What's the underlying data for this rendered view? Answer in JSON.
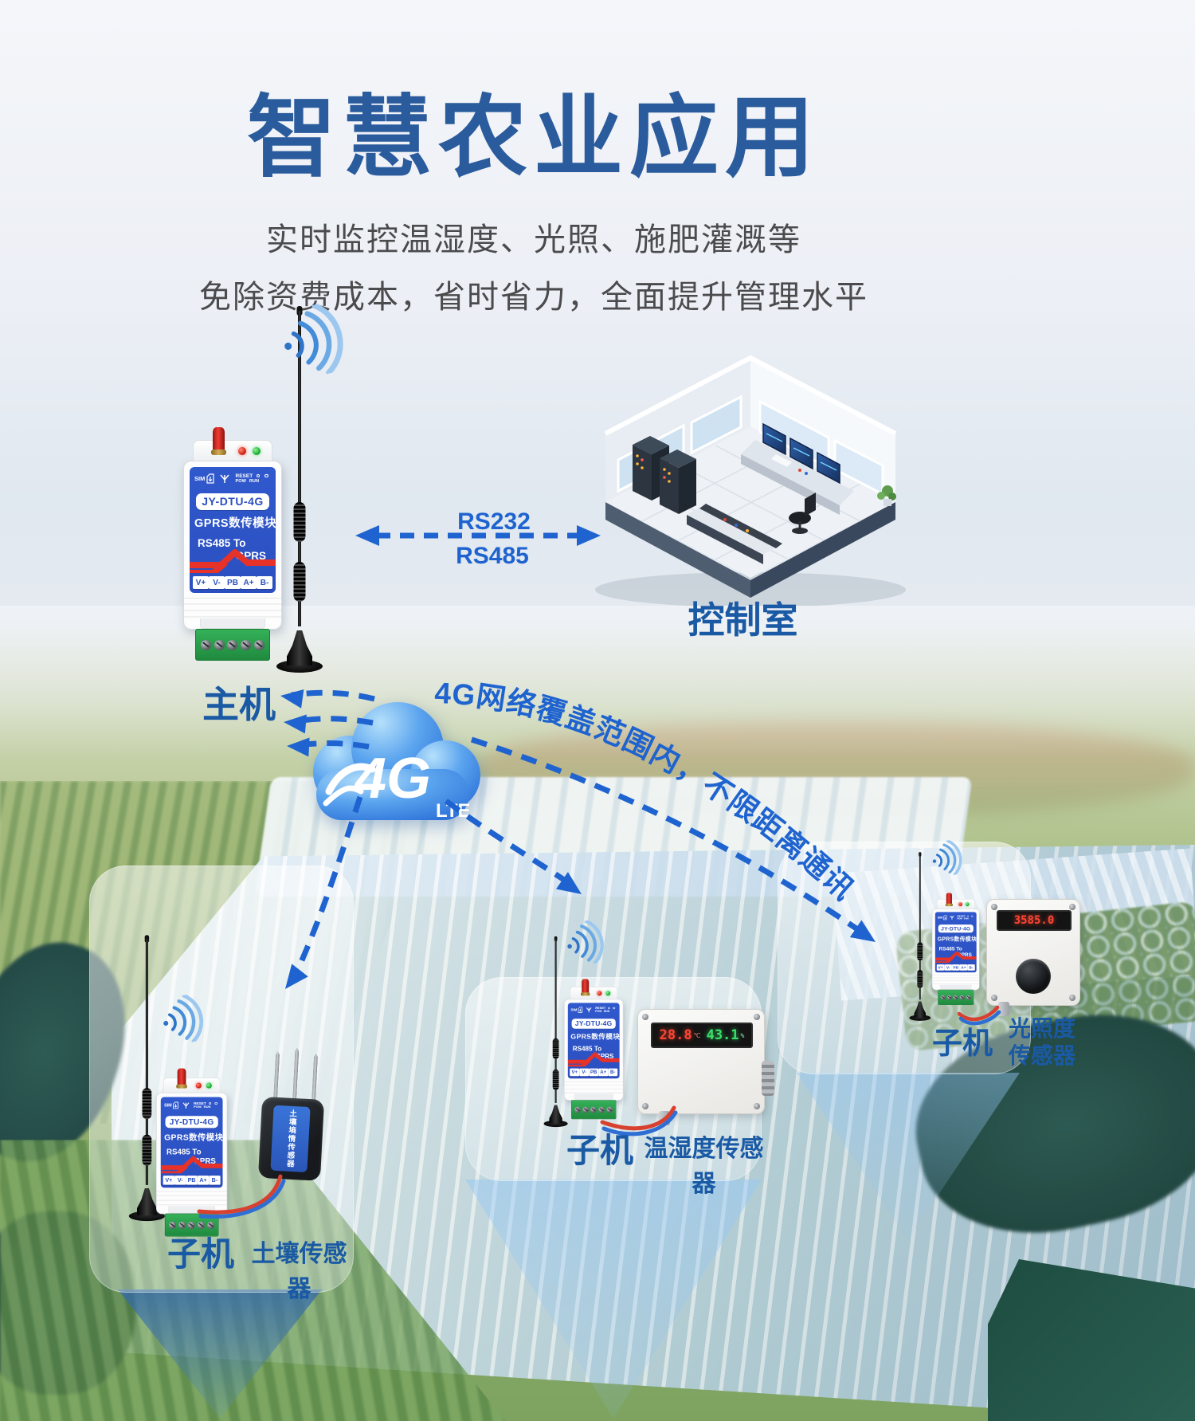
{
  "colors": {
    "title_blue": "#2a5b9c",
    "label_blue": "#1a5aa5",
    "arrow_blue": "#1e63cf",
    "device_face_blue": "#2d53c5",
    "stripe_red": "#e63228",
    "terminal_green": "#2da04a",
    "cloud_blue": "#2d7ae3"
  },
  "header": {
    "title": "智慧农业应用",
    "subtitle_line1": "实时监控温湿度、光照、施肥灌溉等",
    "subtitle_line2": "免除资费成本，省时省力，全面提升管理水平"
  },
  "link_labels": {
    "rs232": "RS232",
    "rs485": "RS485"
  },
  "coverage_note": "4G网络覆盖范围内，不限距离通讯",
  "cloud": {
    "tech": "4G",
    "sub": "LTE"
  },
  "master": {
    "label": "主机"
  },
  "control_room": {
    "label": "控制室"
  },
  "device": {
    "sim": "SIM",
    "reset": "RESET",
    "pow": "POW",
    "run": "RUN",
    "model": "JY-DTU-4G",
    "product": "GPRS数传模块",
    "conv_from": "RS485 To",
    "conv_to": "GPRS",
    "terminals": [
      "V+",
      "V-",
      "PB",
      "A+",
      "B-"
    ]
  },
  "node_left": {
    "label": "子机",
    "sensor_label": "土壤传感器",
    "sensor_body_text": "土壤墒情传感器"
  },
  "node_mid": {
    "label": "子机",
    "sensor_label": "温湿度传感器",
    "display": {
      "temp": "28.8",
      "temp_unit": "℃",
      "hum": "43.1",
      "hum_unit": "%"
    }
  },
  "node_right": {
    "label": "子机",
    "sensor_label_line1": "光照度",
    "sensor_label_line2": "传感器",
    "display": "3585.0"
  }
}
